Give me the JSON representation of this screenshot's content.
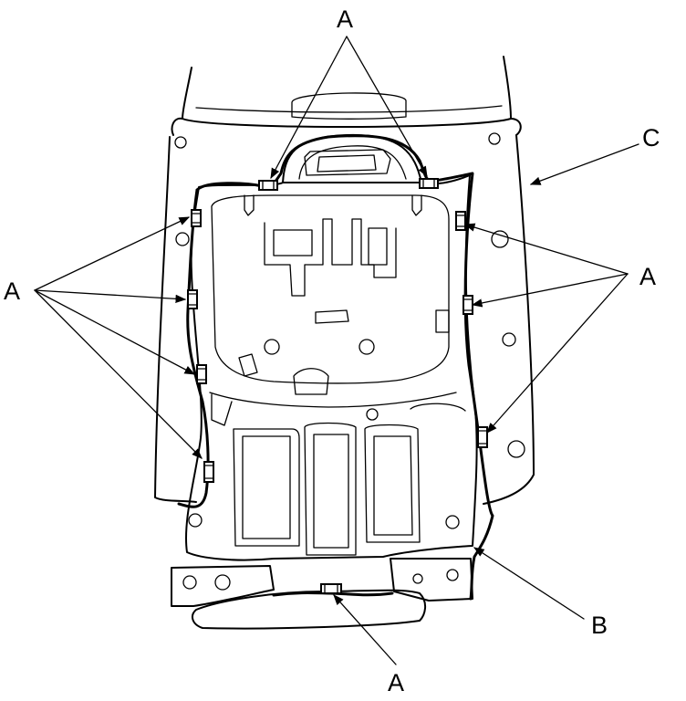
{
  "labels": {
    "a_top": "A",
    "a_left": "A",
    "a_right": "A",
    "a_bottom": "A",
    "b": "B",
    "c": "C"
  }
}
